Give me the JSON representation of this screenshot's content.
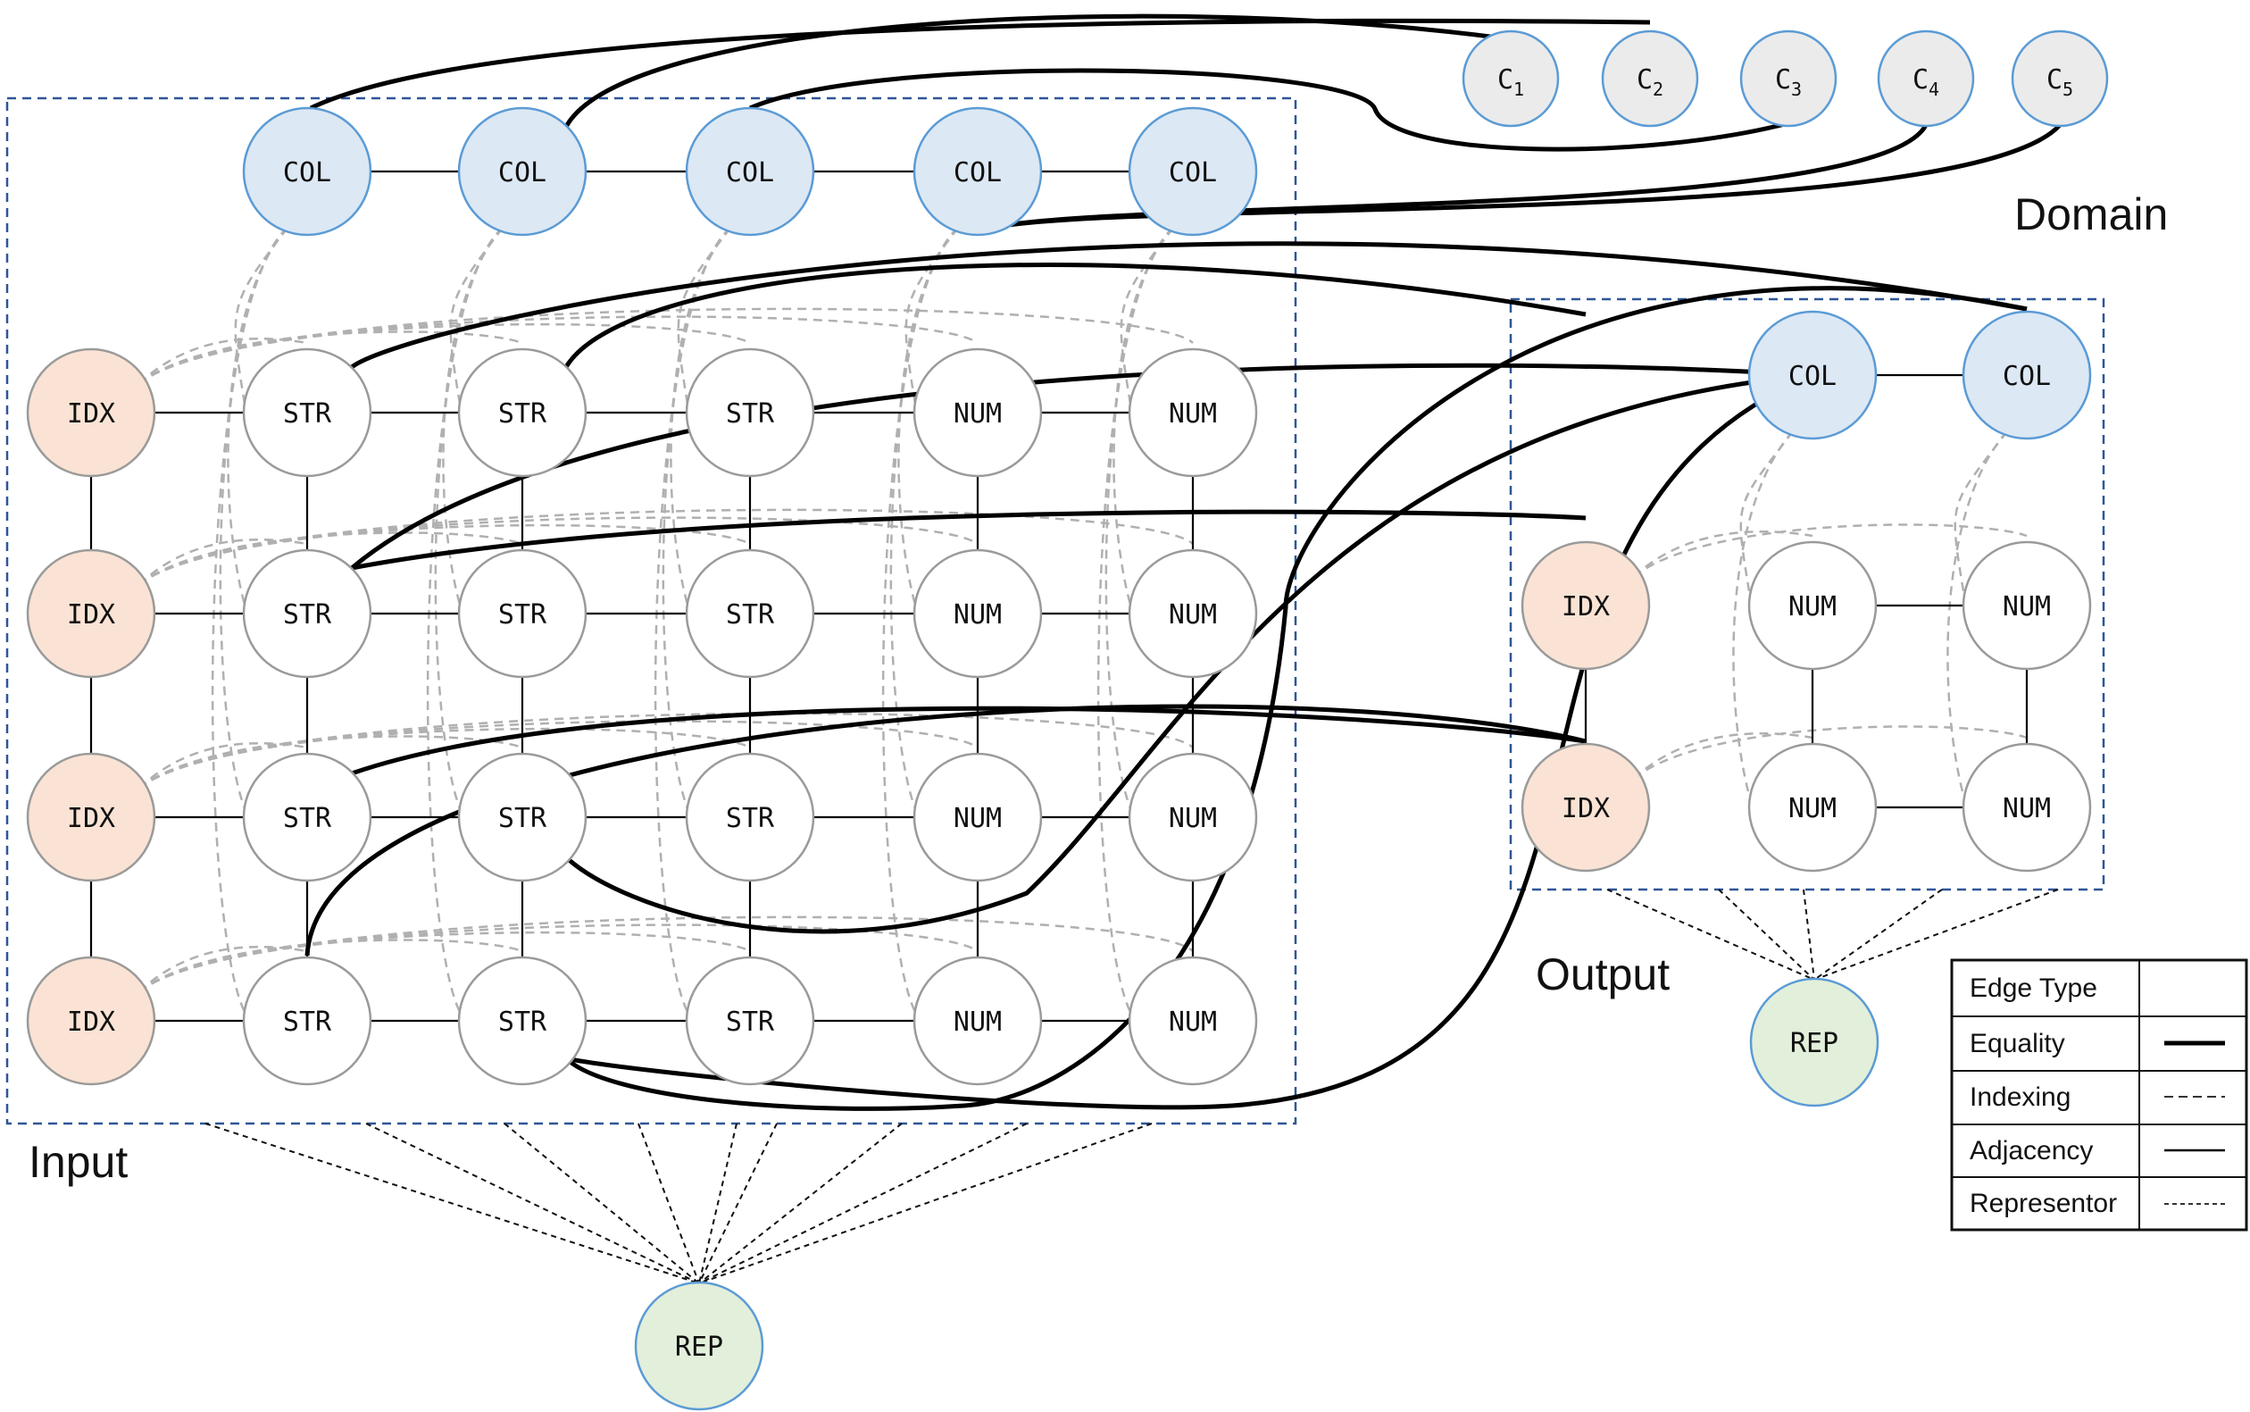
{
  "regions": {
    "input": "Input",
    "output": "Output",
    "domain": "Domain"
  },
  "domain_nodes": [
    {
      "base": "C",
      "sub": "1"
    },
    {
      "base": "C",
      "sub": "2"
    },
    {
      "base": "C",
      "sub": "3"
    },
    {
      "base": "C",
      "sub": "4"
    },
    {
      "base": "C",
      "sub": "5"
    }
  ],
  "input": {
    "columns": [
      "COL",
      "COL",
      "COL",
      "COL",
      "COL"
    ],
    "index_labels": [
      "IDX",
      "IDX",
      "IDX",
      "IDX"
    ],
    "rows": [
      [
        "STR",
        "STR",
        "STR",
        "NUM",
        "NUM"
      ],
      [
        "STR",
        "STR",
        "STR",
        "NUM",
        "NUM"
      ],
      [
        "STR",
        "STR",
        "STR",
        "NUM",
        "NUM"
      ],
      [
        "STR",
        "STR",
        "STR",
        "NUM",
        "NUM"
      ]
    ],
    "rep": "REP"
  },
  "output": {
    "columns": [
      "COL",
      "COL"
    ],
    "index_labels": [
      "IDX",
      "IDX"
    ],
    "rows": [
      [
        "NUM",
        "NUM"
      ],
      [
        "NUM",
        "NUM"
      ]
    ],
    "rep": "REP"
  },
  "legend": {
    "header": "Edge Type",
    "rows": [
      {
        "label": "Equality",
        "style": "thick-solid"
      },
      {
        "label": "Indexing",
        "style": "dashed"
      },
      {
        "label": "Adjacency",
        "style": "thin-solid"
      },
      {
        "label": "Representor",
        "style": "fine-dashed"
      }
    ]
  },
  "colors": {
    "col_fill": "#dce8f4",
    "col_stroke": "#5b9bd5",
    "idx_fill": "#fae3d4",
    "rep_fill": "#e2efda",
    "domain_fill": "#ebebeb",
    "cell_stroke": "#9a9a9a",
    "box_border": "#2f5597",
    "indexing_edge": "#b0b0b0"
  }
}
